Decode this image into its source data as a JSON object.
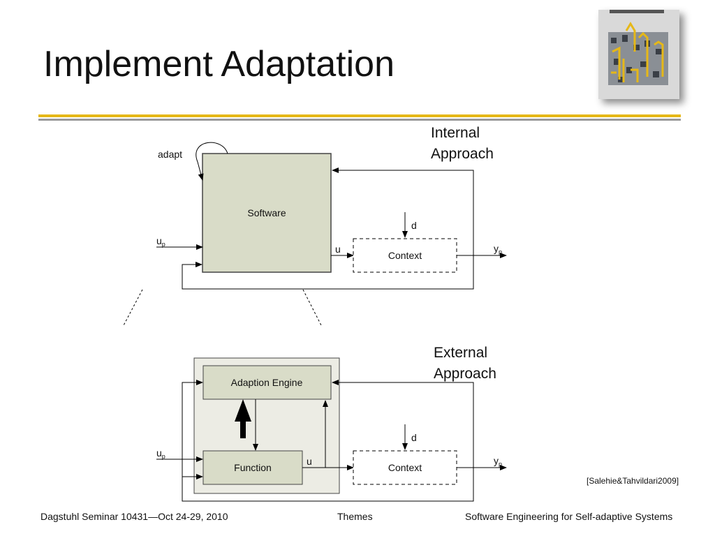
{
  "slide": {
    "title": "Implement Adaptation",
    "citation": "[Salehie&Tahvildari2009]"
  },
  "footer": {
    "left": "Dagstuhl Seminar 10431—Oct 24-29, 2010",
    "center": "Themes",
    "right": "Software Engineering for Self-adaptive Systems"
  },
  "internal": {
    "heading_line1": "Internal",
    "heading_line2": "Approach",
    "adapt_label": "adapt",
    "software_label": "Software",
    "up_label": "u",
    "up_sub": "p",
    "u_label": "u",
    "d_label": "d",
    "context_label": "Context",
    "yp_label": "y",
    "yp_sub": "p"
  },
  "external": {
    "heading_line1": "External",
    "heading_line2": "Approach",
    "engine_label": "Adaption Engine",
    "function_label": "Function",
    "up_label": "u",
    "up_sub": "p",
    "u_label": "u",
    "d_label": "d",
    "context_label": "Context",
    "yp_label": "y",
    "yp_sub": "p"
  },
  "colors": {
    "box_fill": "#d9dcc8",
    "outer_fill": "#ecece4",
    "accent_gold": "#e6b818"
  }
}
